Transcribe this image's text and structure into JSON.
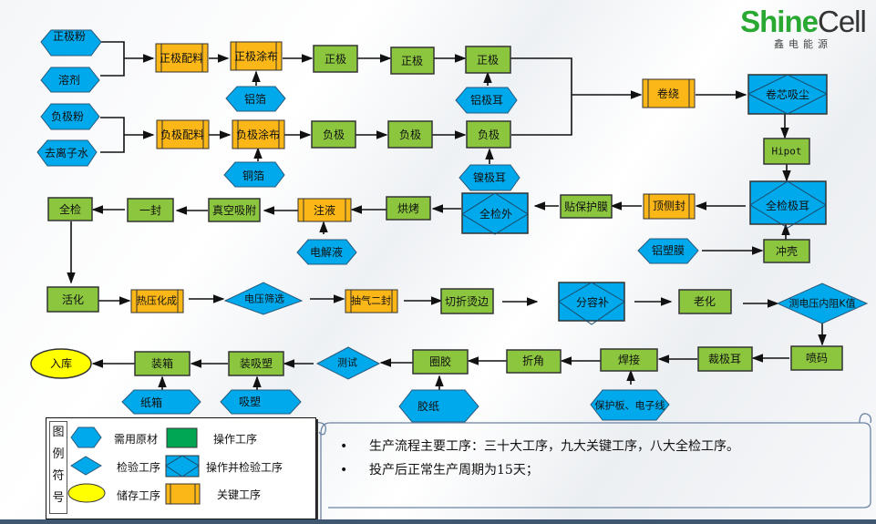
{
  "logo": {
    "brand_primary": "Shine",
    "brand_secondary": "Cell",
    "subtitle": "鑫电能源",
    "brand_color": "#29a832"
  },
  "colors": {
    "material": "#00a8ec",
    "operation": "#8cc63f",
    "key_process": "#fbb717",
    "storage": "#ffff00",
    "legend_operation": "#00a651"
  },
  "nodes": {
    "cathode_powder": "正极粉",
    "solvent": "溶剂",
    "anode_powder": "负极粉",
    "deionized_water": "去离子水",
    "cathode_mixing": "正极配料",
    "cathode_coating": "正极涂布",
    "aluminum_foil": "铝箔",
    "cathode_1": "正极",
    "cathode_2": "正极",
    "cathode_3": "正极",
    "aluminum_tab": "铝极耳",
    "anode_mixing": "负极配料",
    "anode_coating": "负极涂布",
    "copper_foil": "铜箔",
    "anode_1": "负极",
    "anode_2": "负极",
    "anode_3": "负极",
    "nickel_tab": "镍极耳",
    "winding": "卷绕",
    "core_dust": "卷芯吸尘",
    "hipot": "Hipot",
    "tab_inspection": "全检极耳",
    "shell_punch": "冲壳",
    "al_laminate": "铝塑膜",
    "top_side_seal": "顶侧封",
    "protective_film": "贴保护膜",
    "appearance_check": "全检外",
    "baking": "烘烤",
    "electrolyte_fill": "注液",
    "electrolyte": "电解液",
    "vacuum_adsorb": "真空吸附",
    "first_seal": "一封",
    "full_check": "全检",
    "activation": "活化",
    "hot_press_formation": "热压化成",
    "voltage_screen": "电压筛选",
    "degas_second_seal": "抽气二封",
    "cut_fold_edge": "切折烫边",
    "grading": "分容补",
    "aging": "老化",
    "measure_voltage_ir": "测电压内阻K值",
    "code_spray": "喷码",
    "cut_tab": "裁极耳",
    "welding": "焊接",
    "pcm_wire": "保护板、电子线",
    "corner_fold": "折角",
    "wrap_tape": "圈胶",
    "tape_paper": "胶纸",
    "test": "测试",
    "blister_pack": "装吸塑",
    "blister": "吸塑",
    "box_pack": "装箱",
    "carton": "纸箱",
    "warehouse": "入库"
  },
  "legend": {
    "title": "图例符号",
    "items": [
      {
        "shape": "hexagon",
        "label": "需用原材"
      },
      {
        "shape": "green-rect",
        "label": "操作工序"
      },
      {
        "shape": "diamond",
        "label": "检验工序"
      },
      {
        "shape": "rect-diamond",
        "label": "操作并检验工序"
      },
      {
        "shape": "ellipse",
        "label": "储存工序"
      },
      {
        "shape": "key-rect",
        "label": "关键工序"
      }
    ]
  },
  "notes": [
    "生产流程主要工序：三十大工序，九大关键工序，八大全检工序。",
    "投产后正常生产周期为15天；"
  ]
}
